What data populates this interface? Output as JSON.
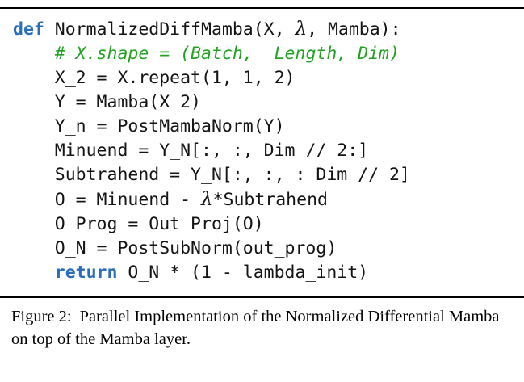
{
  "colors": {
    "keyword": "#2a6db8",
    "comment": "#22a222",
    "text": "#141414",
    "rule": "#000000"
  },
  "code": {
    "lines": [
      {
        "segments": [
          {
            "style": "keyword",
            "text": "def "
          },
          {
            "style": "plain",
            "text": "NormalizedDiffMamba(X, "
          },
          {
            "style": "math",
            "text": "λ"
          },
          {
            "style": "plain",
            "text": ", Mamba):"
          }
        ]
      },
      {
        "segments": [
          {
            "style": "plain",
            "text": "    "
          },
          {
            "style": "comment",
            "text": "# X.shape = (Batch,  Length, Dim)"
          }
        ]
      },
      {
        "segments": [
          {
            "style": "plain",
            "text": "    X_2 = X.repeat(1, 1, 2)"
          }
        ]
      },
      {
        "segments": [
          {
            "style": "plain",
            "text": "    Y = Mamba(X_2)"
          }
        ]
      },
      {
        "segments": [
          {
            "style": "plain",
            "text": "    Y_n = PostMambaNorm(Y)"
          }
        ]
      },
      {
        "segments": [
          {
            "style": "plain",
            "text": "    Minuend = Y_N[:, :, Dim // 2:]"
          }
        ]
      },
      {
        "segments": [
          {
            "style": "plain",
            "text": "    Subtrahend = Y_N[:, :, : Dim // 2]"
          }
        ]
      },
      {
        "segments": [
          {
            "style": "plain",
            "text": "    O = Minuend - "
          },
          {
            "style": "math",
            "text": "λ"
          },
          {
            "style": "plain",
            "text": "*Subtrahend"
          }
        ]
      },
      {
        "segments": [
          {
            "style": "plain",
            "text": "    O_Prog = Out_Proj(O)"
          }
        ]
      },
      {
        "segments": [
          {
            "style": "plain",
            "text": "    O_N = PostSubNorm(out_prog)"
          }
        ]
      },
      {
        "segments": [
          {
            "style": "plain",
            "text": "    "
          },
          {
            "style": "keyword",
            "text": "return"
          },
          {
            "style": "plain",
            "text": " O_N * (1 - lambda_init)"
          }
        ]
      }
    ]
  },
  "caption": {
    "label": "Figure 2:",
    "text": "Parallel Implementation of the Normalized Differential Mamba on top of the Mamba layer."
  }
}
